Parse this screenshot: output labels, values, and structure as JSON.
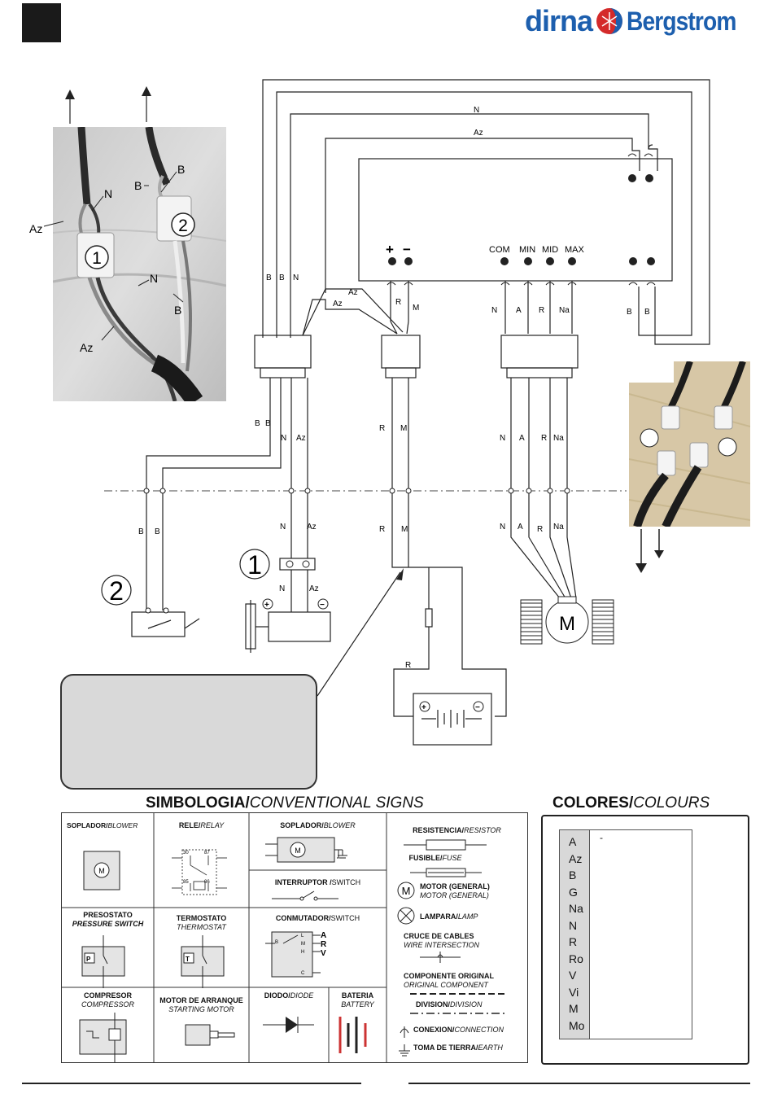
{
  "header": {
    "brand_left": "dirna",
    "brand_right": "Bergstrom"
  },
  "wire_labels": {
    "N": "N",
    "Az": "Az",
    "B": "B",
    "R": "R",
    "M": "M",
    "A": "A",
    "Na": "Na"
  },
  "module_pins": {
    "plus": "+",
    "minus": "−",
    "com": "COM",
    "min": "MIN",
    "mid": "MID",
    "max": "MAX"
  },
  "photo_labels": {
    "N": "N",
    "Az": "Az",
    "B": "B",
    "one": "1",
    "two": "2"
  },
  "component_numbers": {
    "one": "1",
    "two": "2"
  },
  "motor_symbol": "M",
  "symbology": {
    "title_es": "SIMBOLOGIA/",
    "title_en": "CONVENTIONAL SIGNS",
    "items": {
      "blower1_es": "SOPLADOR/",
      "blower1_en": "BLOWER",
      "relay_es": "RELE/",
      "relay_en": "RELAY",
      "blower2_es": "SOPLADOR/",
      "blower2_en": "BLOWER",
      "switch_es": "INTERRUPTOR /",
      "switch_en": "SWITCH",
      "pressure_es": "PRESOSTATO",
      "pressure_en": "PRESSURE SWITCH",
      "thermo_es": "TERMOSTATO",
      "thermo_en": "THERMOSTAT",
      "commutator_es": "CONMUTADOR/",
      "commutator_en": "SWITCH",
      "compressor_es": "COMPRESOR",
      "compressor_en": "COMPRESSOR",
      "starter_es": "MOTOR DE ARRANQUE",
      "starter_en": "STARTING MOTOR",
      "diode_es": "DIODO/",
      "diode_en": "DIODE",
      "battery_es": "BATERIA",
      "battery_en": "BATTERY",
      "resistor_es": "RESISTENCIA/",
      "resistor_en": "RESISTOR",
      "fuse_es": "FUSIBLE/",
      "fuse_en": "FUSE",
      "motor_es": "MOTOR (GENERAL)",
      "motor_en": "MOTOR (GENERAL)",
      "lamp_es": "LAMPARA/",
      "lamp_en": "LAMP",
      "crossing_es": "CRUCE DE CABLES",
      "crossing_en": "WIRE INTERSECTION",
      "original_es": "COMPONENTE ORIGINAL",
      "original_en": "ORIGINAL COMPONENT",
      "division_es": "DIVISION/",
      "division_en": "DIVISION",
      "connection_es": "CONEXION/",
      "connection_en": "CONNECTION",
      "earth_es": "TOMA DE TIERRA/",
      "earth_en": "EARTH"
    },
    "relay_pins": [
      "30",
      "87",
      "85",
      "86"
    ],
    "switch_pins": [
      "L",
      "M",
      "H",
      "C",
      "B"
    ],
    "switch_outputs": [
      "A",
      "R",
      "V"
    ],
    "pressure_letter": "P",
    "thermo_letter": "T",
    "motor_letter": "M"
  },
  "colours": {
    "title_es": "COLORES/",
    "title_en": "COLOURS",
    "codes": [
      "A",
      "Az",
      "B",
      "G",
      "Na",
      "N",
      "R",
      "Ro",
      "V",
      "Vi",
      "M",
      "Mo"
    ],
    "first_name": "-"
  }
}
